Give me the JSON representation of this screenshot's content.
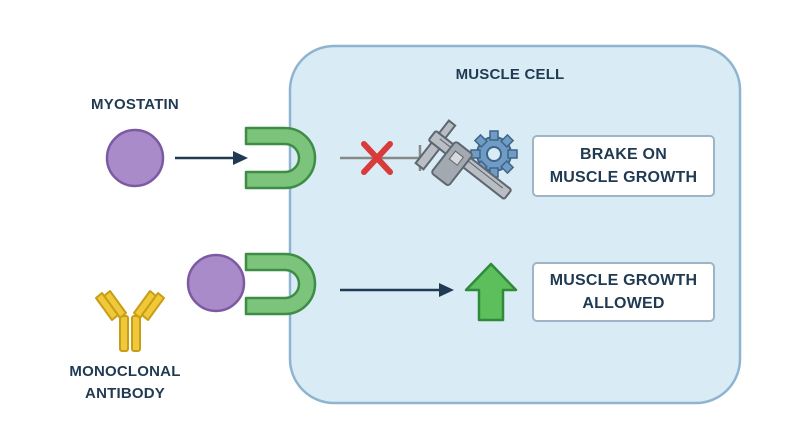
{
  "cell": {
    "title": "MUSCLE CELL"
  },
  "myostatin": {
    "label": "MYOSTATIN"
  },
  "antibody": {
    "label_line1": "MONOCLONAL",
    "label_line2": "ANTIBODY"
  },
  "outcomes": {
    "brake_line1": "BRAKE ON",
    "brake_line2": "MUSCLE GROWTH",
    "growth_line1": "MUSCLE GROWTH",
    "growth_line2": "ALLOWED"
  },
  "colors": {
    "cell_fill": "#d9ebf5",
    "cell_border": "#8fb4cf",
    "myostatin_fill": "#a98bc9",
    "myostatin_stroke": "#7b5aa3",
    "receptor_fill": "#7cc47b",
    "receptor_stroke": "#3e8c45",
    "antibody_fill": "#f0c93a",
    "antibody_stroke": "#c99d15",
    "arrow": "#1f3a52",
    "block_x": "#d93a3a",
    "inhibit_line": "#888888",
    "up_arrow_fill": "#5cbf5c",
    "up_arrow_stroke": "#2f8a3a",
    "text": "#1f3a52"
  },
  "icons": {
    "brake": "caliper-gear-icon",
    "blocked": "red-x-icon",
    "growth": "up-arrow-icon"
  }
}
